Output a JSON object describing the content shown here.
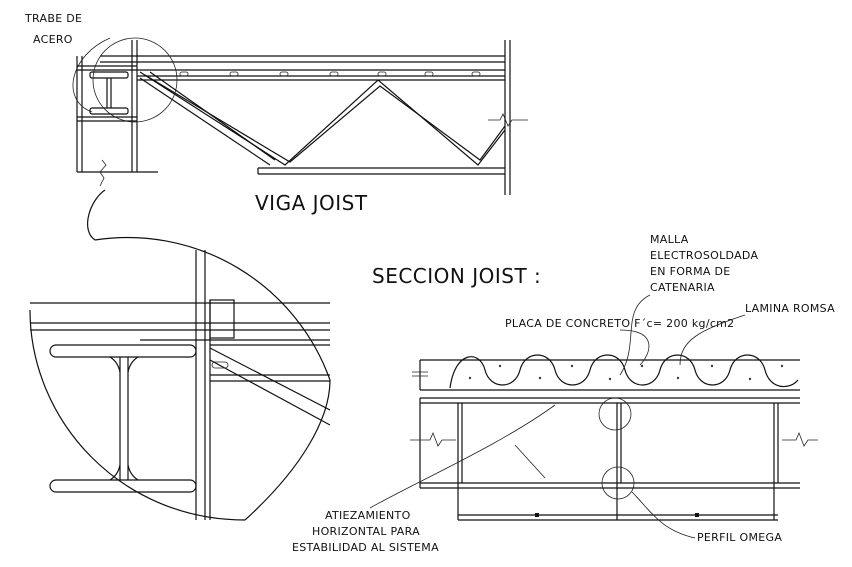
{
  "labels": {
    "trabe_line1": "TRABE DE",
    "trabe_line2": "ACERO",
    "viga_joist": "VIGA JOIST",
    "seccion_joist": "SECCION JOIST :",
    "malla_line1": "MALLA",
    "malla_line2": "ELECTROSOLDADA",
    "malla_line3": "EN FORMA DE",
    "malla_line4": "CATENARIA",
    "lamina": "LAMINA ROMSA",
    "placa": "PLACA DE CONCRETO F´c= 200 kg/cm2",
    "atiez_line1": "ATIEZAMIENTO",
    "atiez_line2": "HORIZONTAL PARA",
    "atiez_line3": "ESTABILIDAD AL SISTEMA",
    "perfil": "PERFIL OMEGA"
  }
}
